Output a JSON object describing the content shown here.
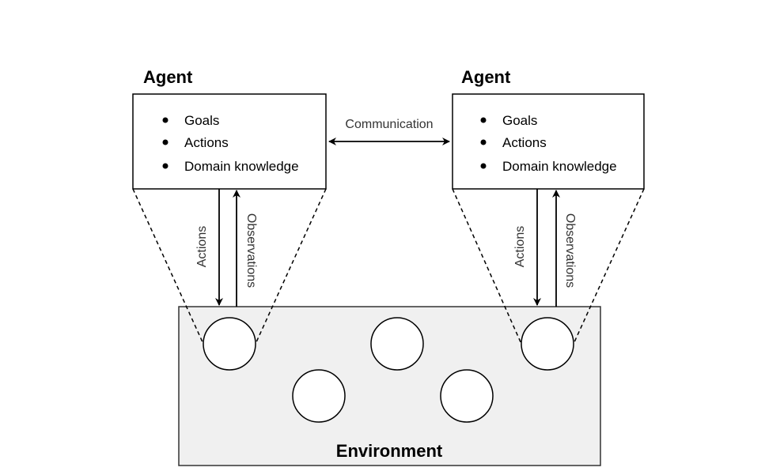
{
  "agents": [
    {
      "title": "Agent",
      "items": [
        "Goals",
        "Actions",
        "Domain knowledge"
      ],
      "down_label": "Actions",
      "up_label": "Observations"
    },
    {
      "title": "Agent",
      "items": [
        "Goals",
        "Actions",
        "Domain knowledge"
      ],
      "down_label": "Actions",
      "up_label": "Observations"
    }
  ],
  "communication": {
    "label": "Communication"
  },
  "environment": {
    "title": "Environment",
    "fill": "#f0f0f0",
    "entity_count": 5
  },
  "colors": {
    "stroke": "#000000",
    "label": "#333333",
    "entity_fill": "#ffffff"
  }
}
